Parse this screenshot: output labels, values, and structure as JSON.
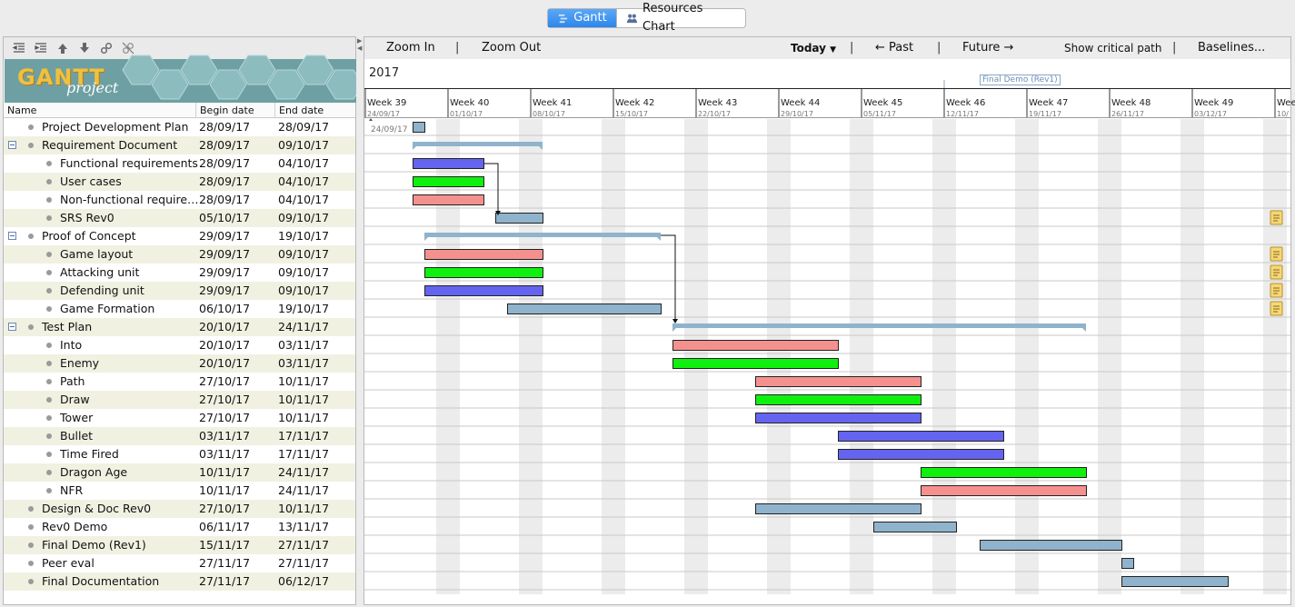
{
  "top_tabs": {
    "gantt_label": "Gantt",
    "resources_label": "Resources Chart"
  },
  "logo": {
    "brand": "GANTT",
    "sub": "project"
  },
  "table": {
    "col_name": "Name",
    "col_begin": "Begin date",
    "col_end": "End date",
    "tasks": [
      {
        "name": "Project Development Plan",
        "begin": "28/09/17",
        "end": "28/09/17",
        "level": 0,
        "group": false
      },
      {
        "name": "Requirement Document",
        "begin": "28/09/17",
        "end": "09/10/17",
        "level": 0,
        "group": true
      },
      {
        "name": "Functional requirements",
        "begin": "28/09/17",
        "end": "04/10/17",
        "level": 1,
        "group": false
      },
      {
        "name": "User cases",
        "begin": "28/09/17",
        "end": "04/10/17",
        "level": 1,
        "group": false
      },
      {
        "name": "Non-functional require…",
        "begin": "28/09/17",
        "end": "04/10/17",
        "level": 1,
        "group": false
      },
      {
        "name": "SRS Rev0",
        "begin": "05/10/17",
        "end": "09/10/17",
        "level": 1,
        "group": false
      },
      {
        "name": "Proof of Concept",
        "begin": "29/09/17",
        "end": "19/10/17",
        "level": 0,
        "group": true
      },
      {
        "name": "Game layout",
        "begin": "29/09/17",
        "end": "09/10/17",
        "level": 1,
        "group": false
      },
      {
        "name": "Attacking unit",
        "begin": "29/09/17",
        "end": "09/10/17",
        "level": 1,
        "group": false
      },
      {
        "name": "Defending unit",
        "begin": "29/09/17",
        "end": "09/10/17",
        "level": 1,
        "group": false
      },
      {
        "name": "Game Formation",
        "begin": "06/10/17",
        "end": "19/10/17",
        "level": 1,
        "group": false
      },
      {
        "name": "Test Plan",
        "begin": "20/10/17",
        "end": "24/11/17",
        "level": 0,
        "group": true
      },
      {
        "name": "Into",
        "begin": "20/10/17",
        "end": "03/11/17",
        "level": 1,
        "group": false
      },
      {
        "name": "Enemy",
        "begin": "20/10/17",
        "end": "03/11/17",
        "level": 1,
        "group": false
      },
      {
        "name": "Path",
        "begin": "27/10/17",
        "end": "10/11/17",
        "level": 1,
        "group": false
      },
      {
        "name": "Draw",
        "begin": "27/10/17",
        "end": "10/11/17",
        "level": 1,
        "group": false
      },
      {
        "name": "Tower",
        "begin": "27/10/17",
        "end": "10/11/17",
        "level": 1,
        "group": false
      },
      {
        "name": "Bullet",
        "begin": "03/11/17",
        "end": "17/11/17",
        "level": 1,
        "group": false
      },
      {
        "name": "Time Fired",
        "begin": "03/11/17",
        "end": "17/11/17",
        "level": 1,
        "group": false
      },
      {
        "name": "Dragon Age",
        "begin": "10/11/17",
        "end": "24/11/17",
        "level": 1,
        "group": false
      },
      {
        "name": "NFR",
        "begin": "10/11/17",
        "end": "24/11/17",
        "level": 1,
        "group": false
      },
      {
        "name": "Design & Doc Rev0",
        "begin": "27/10/17",
        "end": "10/11/17",
        "level": 0,
        "group": false
      },
      {
        "name": "Rev0 Demo",
        "begin": "06/11/17",
        "end": "13/11/17",
        "level": 0,
        "group": false
      },
      {
        "name": "Final Demo (Rev1)",
        "begin": "15/11/17",
        "end": "27/11/17",
        "level": 0,
        "group": false
      },
      {
        "name": "Peer eval",
        "begin": "27/11/17",
        "end": "27/11/17",
        "level": 0,
        "group": false
      },
      {
        "name": "Final Documentation",
        "begin": "27/11/17",
        "end": "06/12/17",
        "level": 0,
        "group": false
      }
    ]
  },
  "chart_toolbar": {
    "zoom_in": "Zoom In",
    "zoom_out": "Zoom Out",
    "today": "Today",
    "past": "← Past",
    "future": "Future →",
    "critical_path": "Show critical path",
    "baselines": "Baselines..."
  },
  "timeline": {
    "year": "2017",
    "weeks": [
      {
        "label": "Week 39",
        "date": "24/09/17"
      },
      {
        "label": "Week 40",
        "date": "01/10/17"
      },
      {
        "label": "Week 41",
        "date": "08/10/17"
      },
      {
        "label": "Week 42",
        "date": "15/10/17"
      },
      {
        "label": "Week 43",
        "date": "22/10/17"
      },
      {
        "label": "Week 44",
        "date": "29/10/17"
      },
      {
        "label": "Week 45",
        "date": "05/11/17"
      },
      {
        "label": "Week 46",
        "date": "12/11/17"
      },
      {
        "label": "Week 47",
        "date": "19/11/17"
      },
      {
        "label": "Week 48",
        "date": "26/11/17"
      },
      {
        "label": "Week 49",
        "date": "03/12/17"
      },
      {
        "label": "Wee",
        "date": "10/"
      }
    ],
    "start_date_label": "24/09/17",
    "milestone_label": "Final Demo (Rev1)"
  },
  "colors": {
    "summary": "#8fb3cc",
    "default_task": "#8fb3cc",
    "blue": "#6464f0",
    "green": "#0ff00f",
    "pink": "#f4918f",
    "weekend": "#ececec"
  },
  "bar_colors": [
    "default",
    "summary",
    "blue",
    "green",
    "pink",
    "default",
    "summary",
    "pink",
    "green",
    "blue",
    "default",
    "summary",
    "pink",
    "green",
    "pink",
    "green",
    "blue",
    "blue",
    "blue",
    "green",
    "pink",
    "default",
    "default",
    "default",
    "default",
    "default"
  ],
  "notes_on_rows": [
    5,
    7,
    8,
    9,
    10
  ]
}
